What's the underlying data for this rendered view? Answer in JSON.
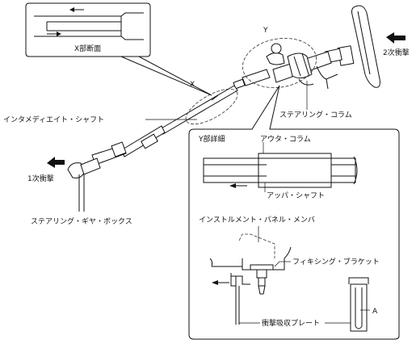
{
  "labels": {
    "x_section": "X部断面",
    "y_marker": "Y",
    "x_marker": "X",
    "second_impact": "2次衝撃",
    "first_impact": "1次衝撃",
    "intermediate_shaft": "インタメディエイト・シャフト",
    "steering_column": "ステアリング・コラム",
    "steering_gearbox": "ステアリング・ギヤ・ボックス",
    "y_detail": "Y部詳細",
    "outer_column": "アウタ・コラム",
    "upper_shaft": "アッパ・シャフト",
    "instrument_panel_member": "インストルメント・パネル・メンバ",
    "fixing_bracket": "フィキシング・ブラケット",
    "impact_plate": "衝撃吸収プレート",
    "a_marker": "A"
  }
}
